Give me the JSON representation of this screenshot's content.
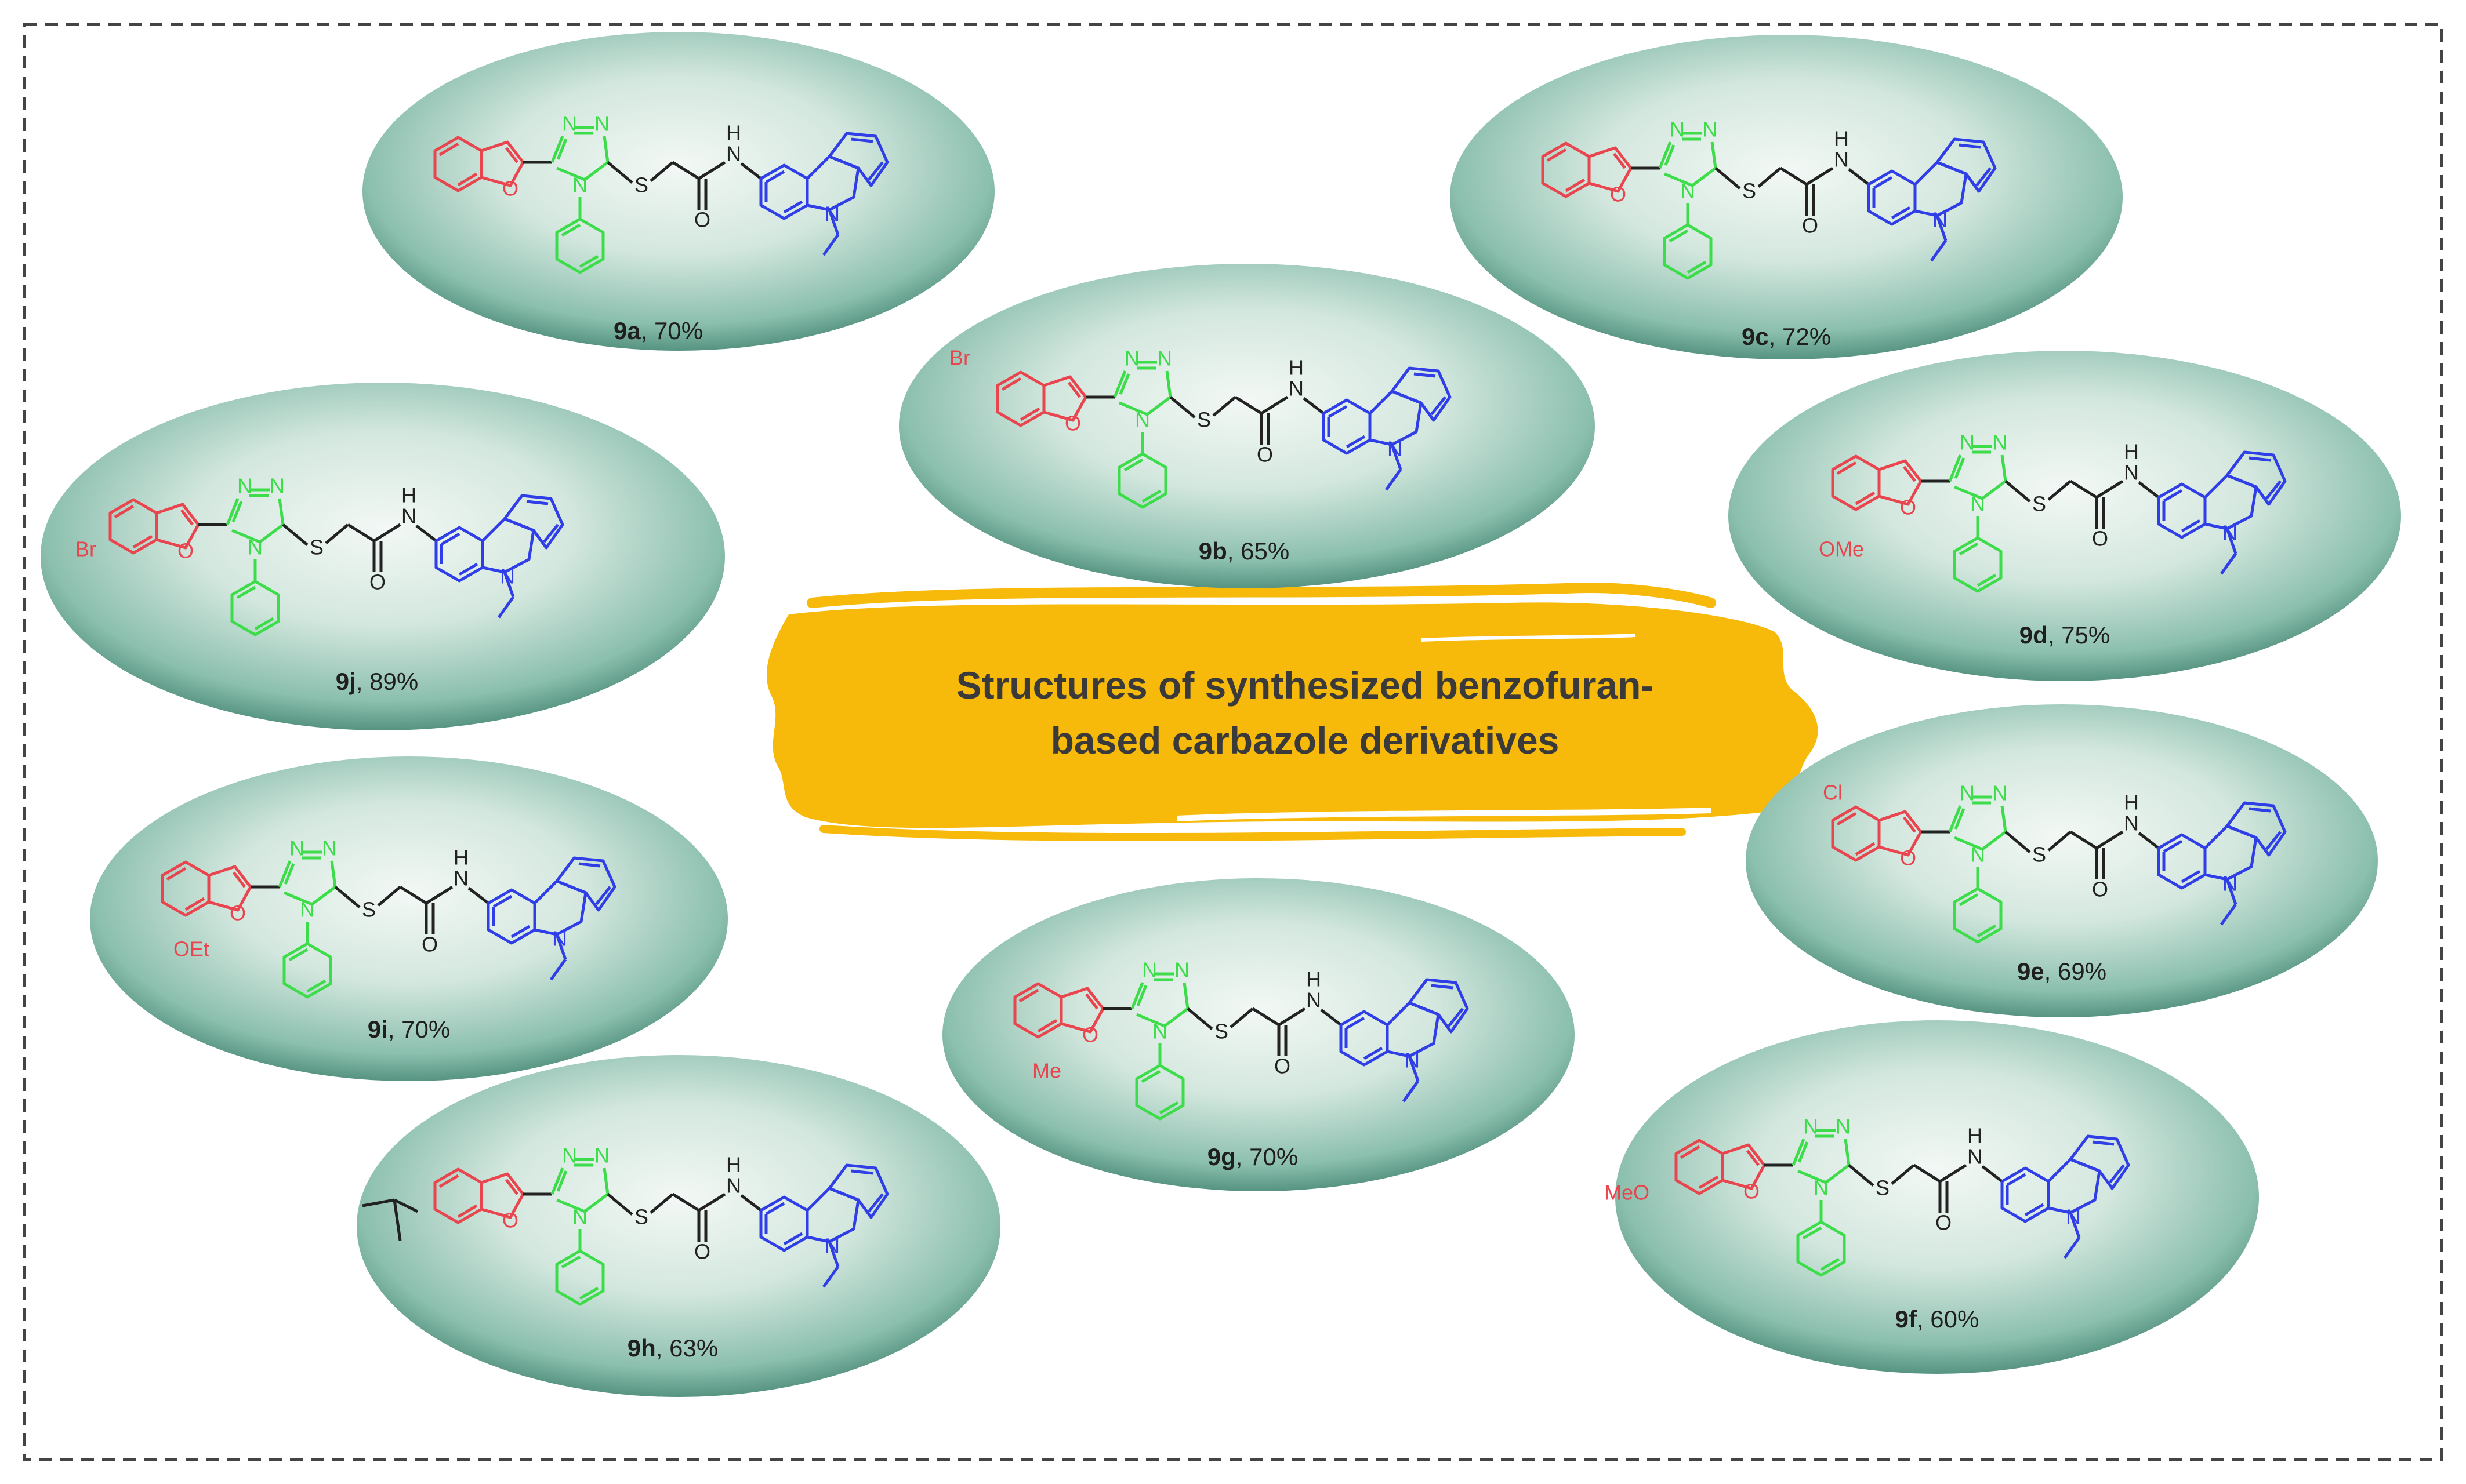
{
  "title": {
    "line1": "Structures of synthesized benzofuran-",
    "line2": "based carbazole derivatives"
  },
  "colors": {
    "benzofuran": "#e8454f",
    "triazole": "#3ddc4a",
    "linker": "#222222",
    "carbazole": "#2f3ee6",
    "oval_light": "#eef5f1",
    "oval_dark": "#3f8470",
    "banner": "#f7b90a",
    "frame": "#444444"
  },
  "atoms": {
    "oxygen": "O",
    "nitrogen": "N",
    "sulfur": "S",
    "amide_nh": "H",
    "amide_n": "N"
  },
  "compounds": [
    {
      "id": "9a",
      "code": "9a",
      "yield": ", 70%",
      "substituent": ""
    },
    {
      "id": "9b",
      "code": "9b",
      "yield": ", 65%",
      "substituent": "Br"
    },
    {
      "id": "9c",
      "code": "9c",
      "yield": ", 72%",
      "substituent": ""
    },
    {
      "id": "9j",
      "code": "9j",
      "yield": ", 89%",
      "substituent": "Br"
    },
    {
      "id": "9d",
      "code": "9d",
      "yield": ", 75%",
      "substituent": "OMe"
    },
    {
      "id": "9i",
      "code": "9i",
      "yield": ", 70%",
      "substituent": "OEt"
    },
    {
      "id": "9e",
      "code": "9e",
      "yield": ", 69%",
      "substituent": "Cl"
    },
    {
      "id": "9g",
      "code": "9g",
      "yield": ", 70%",
      "substituent": "Me"
    },
    {
      "id": "9h",
      "code": "9h",
      "yield": ", 63%",
      "substituent": ""
    },
    {
      "id": "9f",
      "code": "9f",
      "yield": ", 60%",
      "substituent": "MeO"
    }
  ]
}
